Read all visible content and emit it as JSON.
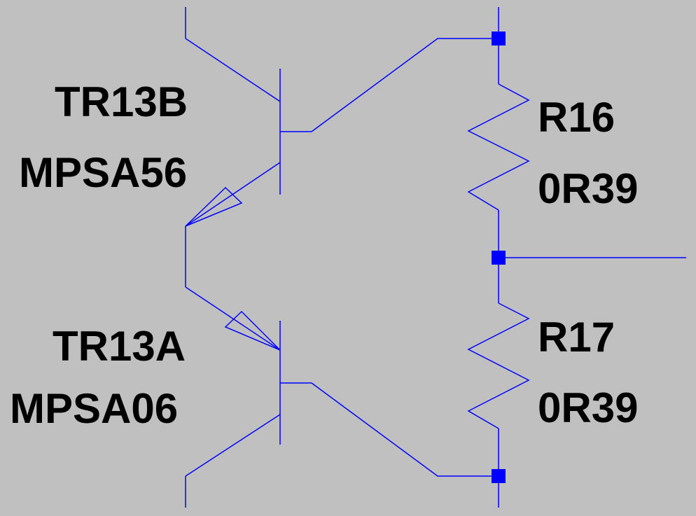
{
  "colors": {
    "background": "#c0c0c0",
    "wire": "#0000ff",
    "junction": "#0000ff",
    "text": "#000000"
  },
  "components": {
    "tr13b": {
      "ref": "TR13B",
      "part": "MPSA56"
    },
    "tr13a": {
      "ref": "TR13A",
      "part": "MPSA06"
    },
    "r16": {
      "ref": "R16",
      "value": "0R39"
    },
    "r17": {
      "ref": "R17",
      "value": "0R39"
    }
  }
}
